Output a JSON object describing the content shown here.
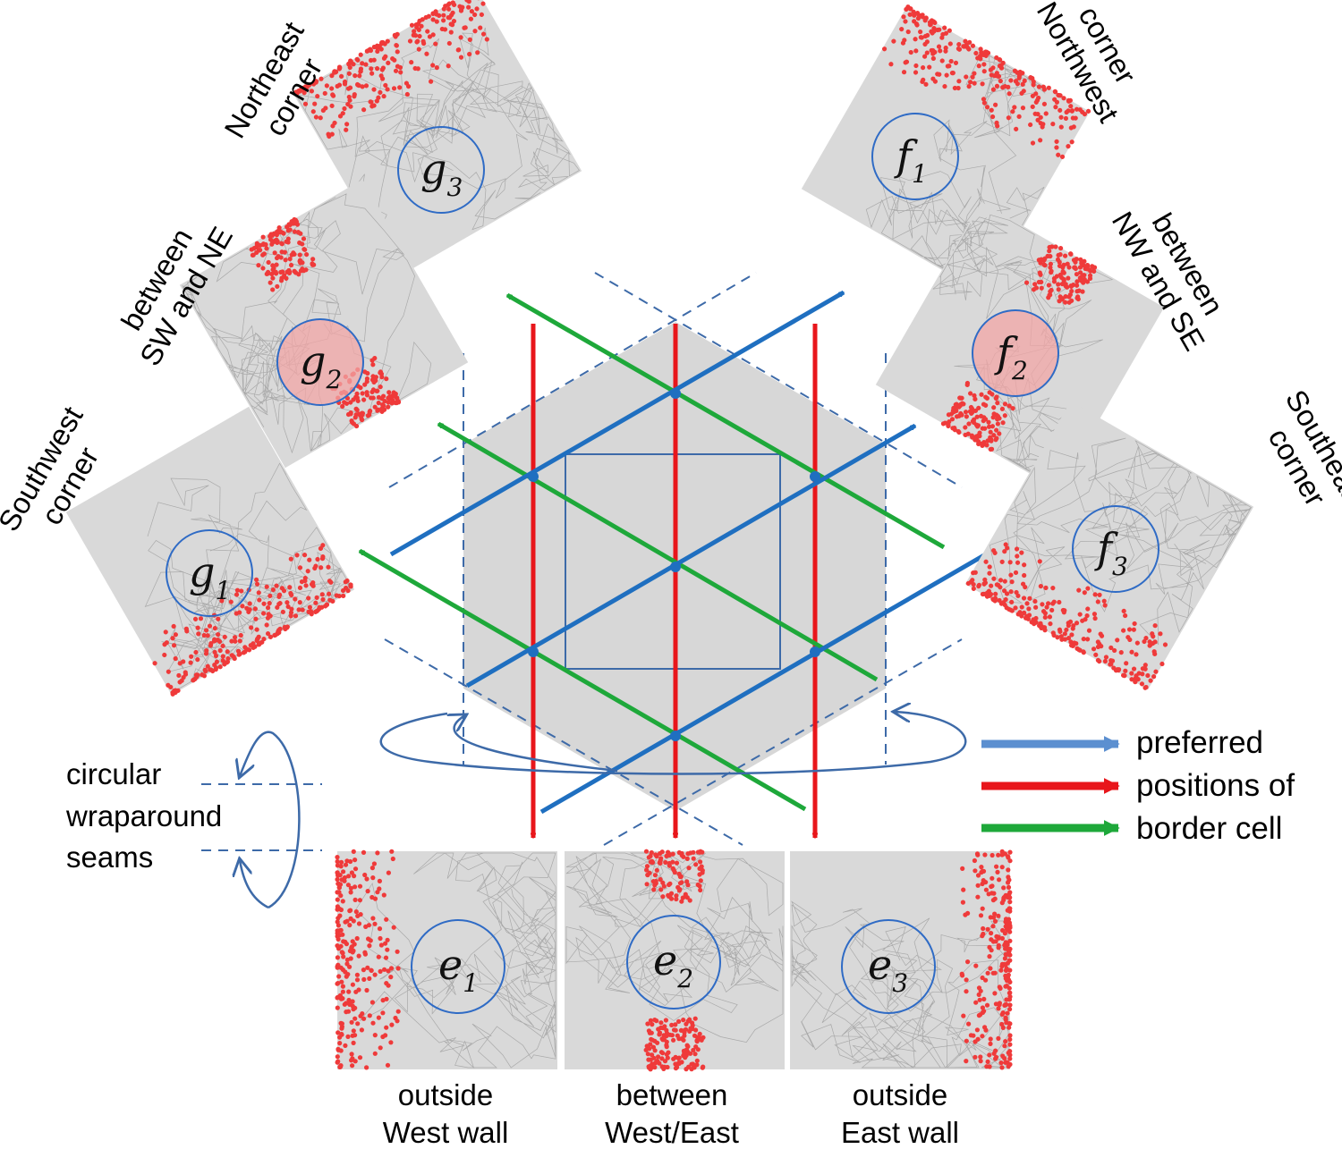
{
  "colors": {
    "blue": "#1f6fc0",
    "red": "#e8161b",
    "green": "#1ea83a",
    "seam": "#3d6aa8",
    "hex_fill": "#d7d7d7",
    "panel_bg": "#d9d9d9",
    "dots": "#ef3a3a"
  },
  "panels": {
    "e1": {
      "letter": "e",
      "sub": "1",
      "caption_1": "outside",
      "caption_2": "West wall"
    },
    "e2": {
      "letter": "e",
      "sub": "2",
      "caption_1": "between",
      "caption_2": "West/East"
    },
    "e3": {
      "letter": "e",
      "sub": "3",
      "caption_1": "outside",
      "caption_2": "East wall"
    },
    "f1": {
      "letter": "f",
      "sub": "1",
      "caption_1": "Northwest",
      "caption_2": "corner"
    },
    "f2": {
      "letter": "f",
      "sub": "2",
      "caption_1": "between",
      "caption_2": "NW and SE"
    },
    "f3": {
      "letter": "f",
      "sub": "3",
      "caption_1": "Southeast",
      "caption_2": "corner"
    },
    "g1": {
      "letter": "g",
      "sub": "1",
      "caption_1": "Southwest",
      "caption_2": "corner"
    },
    "g2": {
      "letter": "g",
      "sub": "2",
      "caption_1": "between",
      "caption_2": "SW and NE"
    },
    "g3": {
      "letter": "g",
      "sub": "3",
      "caption_1": "Northeast",
      "caption_2": "corner"
    }
  },
  "seams_label": {
    "line1": "circular",
    "line2": "wraparound",
    "line3": "seams"
  },
  "legend": {
    "line1": "preferred",
    "line2": "positions of",
    "line3": "border cell"
  }
}
